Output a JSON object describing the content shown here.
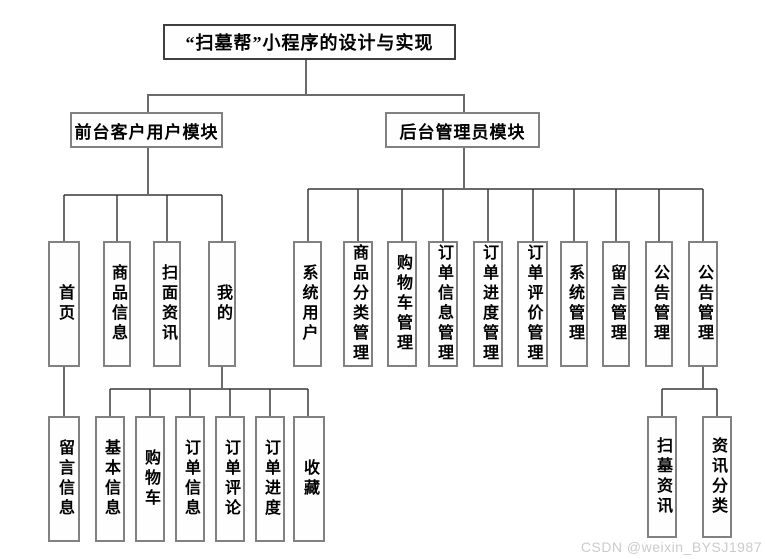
{
  "title": "“扫墓帮”小程序的设计与实现",
  "front": {
    "label": "前台客户用户模块",
    "children": [
      "首页",
      "商品信息",
      "扫面资讯",
      "我的"
    ],
    "home_children": [
      "留言信息"
    ],
    "mine_children": [
      "基本信息",
      "购物车",
      "订单信息",
      "订单评论",
      "订单进度",
      "收藏"
    ]
  },
  "back": {
    "label": "后台管理员模块",
    "children": [
      "系统用户",
      "商品分类管理",
      "购物车管理",
      "订单信息管理",
      "订单进度管理",
      "订单评价管理",
      "系统管理",
      "留言管理",
      "公告管理",
      "公告管理"
    ],
    "notice_children": [
      "扫墓资讯",
      "资讯分类"
    ]
  },
  "watermark": "CSDN @weixin_BYSJ1987",
  "colors": {
    "box_border": "#818181",
    "title_border": "#3f3f3f",
    "connector_main": "#6a6a6a",
    "connector_drop": "#2e2e2e",
    "text": "#000000",
    "watermark_text": "#cbcbcb"
  }
}
